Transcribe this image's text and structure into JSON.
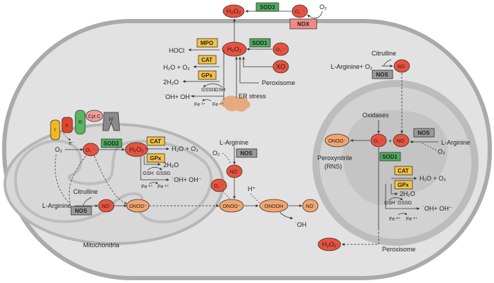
{
  "colors": {
    "cell_fill": "#e2e2e2",
    "cell_border": "#aaaaaa",
    "mito_fill": "#d6d6d6",
    "perox_fill": "#c9c9c9",
    "oval_red": "#e8523f",
    "oval_orange": "#f3a56f",
    "box_green": "#4fae5c",
    "box_yellow": "#f6c443",
    "box_gray": "#9a9a9a",
    "box_nox": "#f08a86",
    "complex_yellow": "#f4b81e",
    "complex_red": "#e2462b",
    "complex_green": "#57b65e",
    "cytc_pink": "#f39c9c",
    "complex4_gray": "#8a8a8a"
  },
  "top": {
    "h2o2": "H₂O₂",
    "sod3": "SOD3",
    "superoxide": "O₂˙⁻",
    "o2": "O₂",
    "nox": "NOX"
  },
  "cytosol": {
    "mpo": "MPO",
    "hocl": "HOCl",
    "cat": "CAT",
    "h2o_o2": "H₂O + O₂",
    "gpx": "GPx",
    "two_h2o": "2H₂O",
    "gssg": "GSSG",
    "gsh": "GSH",
    "oh": "˙OH+ OH⁻",
    "fe3": "Fe ³⁺",
    "fe2": "Fe ²⁺",
    "h2o2_center": "H₂O₂",
    "sod1": "SOD1",
    "superoxide": "O₂˙⁻",
    "xo": "XO",
    "peroxisome_source": "Peroxisome",
    "er_stress": "ER stress"
  },
  "nos_cyto": {
    "l_arginine_o2": "L-Arginine+ O₂",
    "citrulline": "Citrulline",
    "nos": "NOS",
    "no": "NO˙"
  },
  "mito": {
    "complex_i": "I",
    "complex_ii": "II",
    "complex_iii": "III",
    "cyt_c": "Cyt C",
    "complex_iv": "IV",
    "electron": "e⁻",
    "o2": "O₂",
    "superoxide": "O₂˙⁻",
    "sod2": "SOD2",
    "h2o2": "H₂O₂",
    "cat": "CAT",
    "h2o_o2": "H₂O + O₂",
    "gpx": "GPx",
    "two_h2o": "2H₂O",
    "gsh": "GSH",
    "gssg": "GSSG",
    "fe2": "Fe ²⁺",
    "fe3": "Fe ³⁺",
    "oh": "˙OH+ OH⁻",
    "l_arginine": "L-Arginine",
    "citrulline": "Citrulline",
    "nos": "NOS",
    "no": "NO˙",
    "onoo": "ONOO⁻",
    "label": "Mitochondria"
  },
  "middle": {
    "l_arginine": "L-Arginine",
    "o2": "O₂",
    "nos": "NOS",
    "no": "NO˙",
    "superoxide": "O₂˙⁻",
    "onoo": "ONOO⁻",
    "h_plus": "H⁺",
    "onooh": "ONOOH",
    "no2": "NO˙",
    "oh": "˙OH"
  },
  "perox": {
    "oxidases": "Oxidases",
    "onoo": "ONOO⁻",
    "superoxide": "O₂˙⁻",
    "plus": "+",
    "no": "NO˙",
    "nos": "NOS",
    "l_arginine": "L-Arginine",
    "o2": "O₂",
    "peroxynitrile": "Peroxynitrile",
    "rns": "(RNS)",
    "sod1": "SOD1",
    "cat": "CAT",
    "h2o_o2": "H₂O + O₂",
    "gpx": "GPx",
    "two_h2o": "2H₂O",
    "gsh": "GSH",
    "gssg": "GSSG",
    "fe2": "Fe ²⁺",
    "fe3": "Fe ³⁺",
    "oh": "˙OH+ OH⁻",
    "h2o2_out": "H₂O₂",
    "label": "Peroxisome"
  }
}
